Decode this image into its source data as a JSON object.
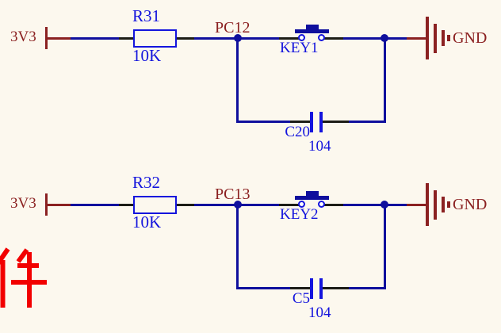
{
  "colors": {
    "background": "#fcf8ee",
    "wire": "#0f0f9d",
    "component": "#1414dd",
    "net": "#8b2121",
    "pin": "#1c1c16",
    "watermark": "#f20000"
  },
  "circuits": [
    {
      "power_label": "3V3",
      "resistor": {
        "designator": "R31",
        "value": "10K"
      },
      "net_label": "PC12",
      "key": {
        "designator": "KEY1"
      },
      "ground_label": "GND",
      "capacitor": {
        "designator": "C20",
        "value": "104"
      }
    },
    {
      "power_label": "3V3",
      "resistor": {
        "designator": "R32",
        "value": "10K"
      },
      "net_label": "PC13",
      "key": {
        "designator": "KEY2"
      },
      "ground_label": "GND",
      "capacitor": {
        "designator": "C5",
        "value": "104"
      }
    }
  ],
  "watermark": {
    "text": "件"
  }
}
